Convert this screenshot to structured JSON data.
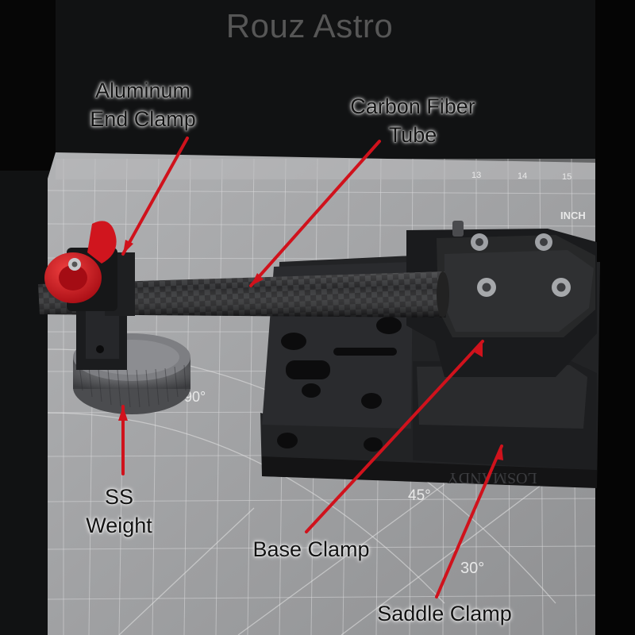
{
  "watermark": "Rouz Astro",
  "labels": {
    "aluminum_clamp": [
      "Aluminum",
      "End Clamp"
    ],
    "carbon_tube": [
      "Carbon Fiber",
      "Tube"
    ],
    "ss_weight": [
      "SS",
      "Weight"
    ],
    "base_clamp": "Base Clamp",
    "saddle_clamp": "Saddle Clamp"
  },
  "mat": {
    "angle_90": "90°",
    "angle_45": "45°",
    "angle_30": "30°",
    "unit": "INCH",
    "ruler_13": "13",
    "ruler_14": "14",
    "ruler_15": "15"
  },
  "base_engraving": "LOSMANDY",
  "colors": {
    "arrow": "#d0121c",
    "label_text": "#121212",
    "watermark": "#565656",
    "mat": "#a4a5a7",
    "background": "#111213"
  }
}
